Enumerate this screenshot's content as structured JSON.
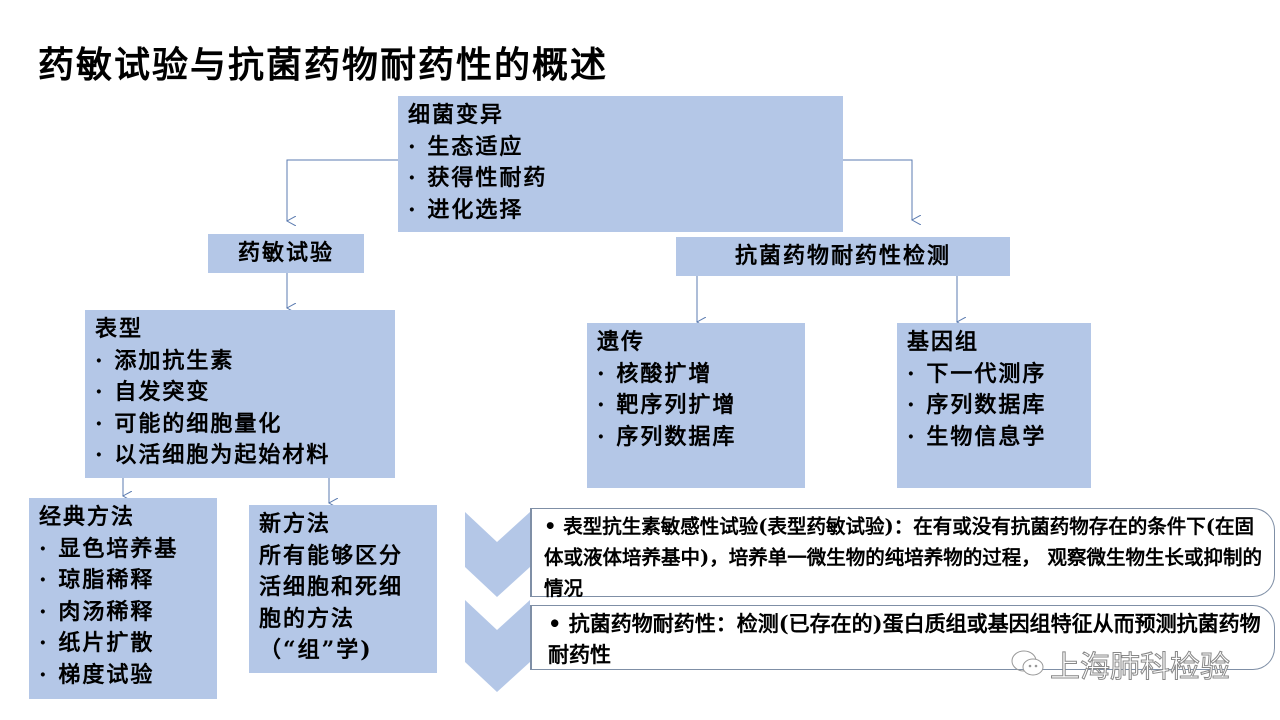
{
  "title": "药敏试验与抗菌药物耐药性的概述",
  "root": {
    "heading": "细菌变异",
    "items": [
      "· 生态适应",
      "· 获得性耐药",
      "· 进化选择"
    ]
  },
  "ast": {
    "label": "药敏试验"
  },
  "amr": {
    "label": "抗菌药物耐药性检测"
  },
  "phenotype": {
    "heading": "表型",
    "items": [
      "· 添加抗生素",
      "· 自发突变",
      "· 可能的细胞量化",
      "· 以活细胞为起始材料"
    ]
  },
  "genetic": {
    "heading": "遗传",
    "items": [
      "· 核酸扩增",
      "· 靶序列扩增",
      "· 序列数据库"
    ]
  },
  "genome": {
    "heading": "基因组",
    "items": [
      "· 下一代测序",
      "· 序列数据库",
      "· 生物信息学"
    ]
  },
  "classic": {
    "heading": "经典方法",
    "items": [
      "· 显色培养基",
      "· 琼脂稀释",
      "· 肉汤稀释",
      "· 纸片扩散",
      "· 梯度试验"
    ]
  },
  "newmethod": {
    "lines": [
      "新方法",
      "所有能够区分",
      "活细胞和死细",
      "胞的方法",
      "（“组”学)"
    ]
  },
  "notes": [
    {
      "bullet": "•",
      "text": "表型抗生素敏感性试验(表型药敏试验)：在有或没有抗菌药物存在的条件下(在固体或液体培养基中)，培养单一微生物的纯培养物的过程， 观察微生物生长或抑制的情况"
    },
    {
      "bullet": "•",
      "text": "抗菌药物耐药性：检测(已存在的)蛋白质组或基因组特征从而预测抗菌药物耐药性"
    }
  ],
  "watermark": "上海肺科检验",
  "colors": {
    "box": "#b4c7e7",
    "line": "#5b7bb0",
    "chevron": "#b4c7e7"
  }
}
